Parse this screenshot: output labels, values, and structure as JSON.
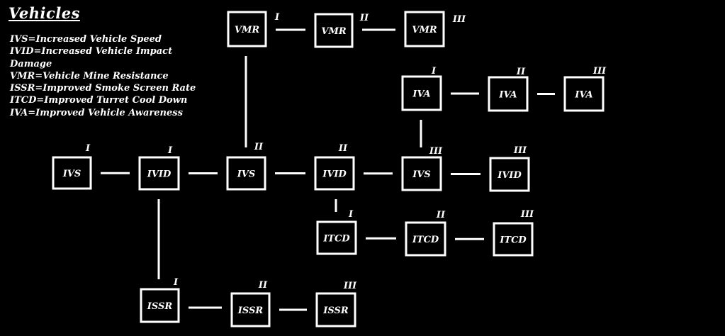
{
  "title": "Vehicles",
  "legend": [
    "IVS=Increased Vehicle Speed",
    "IVID=Increased Vehicle Impact Damage",
    "VMR=Vehicle Mine Resistance",
    "ISSR=Improved Smoke Screen Rate",
    "ITCD=Improved Turret Cool Down",
    "IVA=Improved Vehicle Awareness"
  ],
  "nodes": [
    {
      "id": "ivs1",
      "label": "IVS",
      "tier": "I"
    },
    {
      "id": "ivid1",
      "label": "IVID",
      "tier": "I"
    },
    {
      "id": "ivs2",
      "label": "IVS",
      "tier": "II"
    },
    {
      "id": "ivid2",
      "label": "IVID",
      "tier": "II"
    },
    {
      "id": "ivs3",
      "label": "IVS",
      "tier": "III"
    },
    {
      "id": "ivid3",
      "label": "IVID",
      "tier": "III"
    },
    {
      "id": "vmr1",
      "label": "VMR",
      "tier": "I"
    },
    {
      "id": "vmr2",
      "label": "VMR",
      "tier": "II"
    },
    {
      "id": "vmr3",
      "label": "VMR",
      "tier": "III"
    },
    {
      "id": "iva1",
      "label": "IVA",
      "tier": "I"
    },
    {
      "id": "iva2",
      "label": "IVA",
      "tier": "II"
    },
    {
      "id": "iva3",
      "label": "IVA",
      "tier": "III"
    },
    {
      "id": "itcd1",
      "label": "ITCD",
      "tier": "I"
    },
    {
      "id": "itcd2",
      "label": "ITCD",
      "tier": "II"
    },
    {
      "id": "itcd3",
      "label": "ITCD",
      "tier": "III"
    },
    {
      "id": "issr1",
      "label": "ISSR",
      "tier": "I"
    },
    {
      "id": "issr2",
      "label": "ISSR",
      "tier": "II"
    },
    {
      "id": "issr3",
      "label": "ISSR",
      "tier": "III"
    }
  ],
  "edges": [
    [
      "ivs1",
      "ivid1"
    ],
    [
      "ivid1",
      "ivs2"
    ],
    [
      "ivs2",
      "ivid2"
    ],
    [
      "ivid2",
      "ivs3"
    ],
    [
      "ivs3",
      "ivid3"
    ],
    [
      "vmr1",
      "vmr2"
    ],
    [
      "vmr2",
      "vmr3"
    ],
    [
      "vmr1",
      "ivs2"
    ],
    [
      "iva1",
      "iva2"
    ],
    [
      "iva2",
      "iva3"
    ],
    [
      "iva1",
      "ivs3"
    ],
    [
      "ivid2",
      "itcd1"
    ],
    [
      "itcd1",
      "itcd2"
    ],
    [
      "itcd2",
      "itcd3"
    ],
    [
      "ivid1",
      "issr1"
    ],
    [
      "issr1",
      "issr2"
    ],
    [
      "issr2",
      "issr3"
    ]
  ]
}
